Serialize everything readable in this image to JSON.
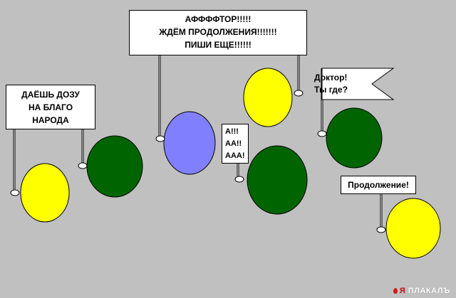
{
  "colors": {
    "background": "#c0c0c0",
    "yellow": "#ffff00",
    "green": "#006400",
    "blue": "#8080ff",
    "sign": "#ffffff",
    "outline": "#000000"
  },
  "signs": {
    "top_center": [
      "АФФФФТОР!!!!!",
      "ЖДЁМ ПРОДОЛЖЕНИЯ!!!!!!!",
      "ПИШИ ЕЩЕ!!!!!!"
    ],
    "left": [
      "ДАЁШЬ ДОЗУ",
      "НА БЛАГО",
      "НАРОДА"
    ],
    "small_middle": [
      "А!!!",
      "АА!!",
      "ААА!"
    ],
    "flag": [
      "Доктор!",
      "Ты где?"
    ],
    "bottom_right": [
      "Продолжение!"
    ]
  },
  "watermark": {
    "prefix": "Я",
    "name": "ПЛАКАЛЪ"
  }
}
